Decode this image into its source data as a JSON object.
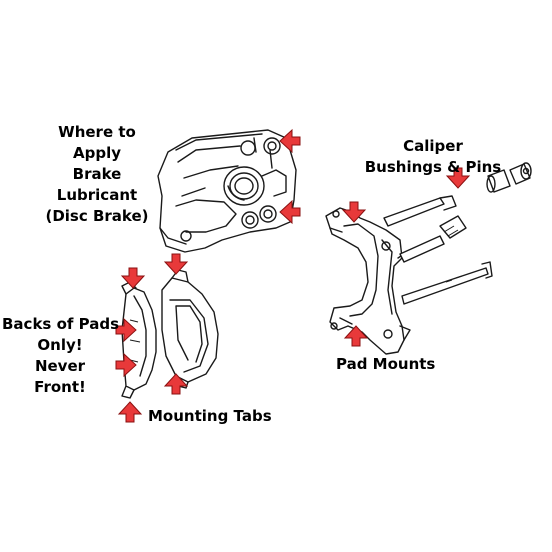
{
  "labels": {
    "lubricant": [
      "Where to",
      "Apply",
      "Brake",
      "Lubricant",
      "(Disc Brake)"
    ],
    "caliper": [
      "Caliper",
      "Bushings & Pins"
    ],
    "pads": [
      "Backs of Pads",
      "Only!",
      "Never",
      "Front!"
    ],
    "pad_mounts": "Pad Mounts",
    "mounting_tabs": "Mounting Tabs"
  },
  "colors": {
    "arrow": "#e8393a",
    "line": "#1a1a1a",
    "text": "#000000"
  },
  "icons": {
    "arrow": "red-block-arrow-icon"
  }
}
